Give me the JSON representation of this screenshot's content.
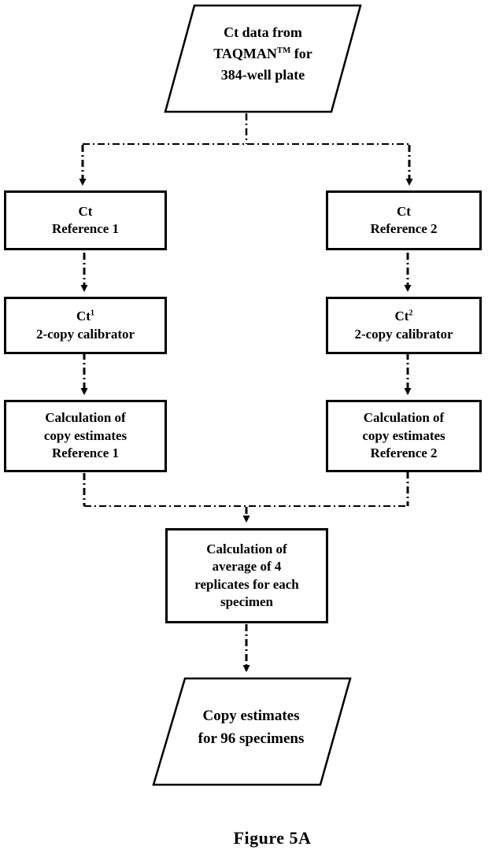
{
  "figure": {
    "caption": "Figure 5A"
  },
  "colors": {
    "line": "#000000",
    "box_border": "#000000",
    "background": "#ffffff",
    "text": "#000000"
  },
  "nodes": {
    "input": {
      "shape": "parallelogram",
      "line1": "Ct data from",
      "line2_base": "TAQMAN",
      "line2_sup": "TM",
      "line2_rest": " for",
      "line3": "384-well plate"
    },
    "ct_reference_1": {
      "shape": "process",
      "line1": "Ct",
      "line2": "Reference 1"
    },
    "ct_reference_2": {
      "shape": "process",
      "line1": "Ct",
      "line2": "Reference 2"
    },
    "calibrator_1": {
      "shape": "process",
      "line1_base": "Ct",
      "line1_sup": "1",
      "line2": "2-copy calibrator"
    },
    "calibrator_2": {
      "shape": "process",
      "line1_base": "Ct",
      "line1_sup": "2",
      "line2": "2-copy calibrator"
    },
    "calc_estimates_1": {
      "shape": "process",
      "line1": "Calculation of",
      "line2": "copy estimates",
      "line3": "Reference 1"
    },
    "calc_estimates_2": {
      "shape": "process",
      "line1": "Calculation of",
      "line2": "copy estimates",
      "line3": "Reference 2"
    },
    "calc_average": {
      "shape": "process",
      "line1": "Calculation of",
      "line2": "average of 4",
      "line3": "replicates for each",
      "line4": "specimen"
    },
    "output": {
      "shape": "parallelogram",
      "line1": "Copy estimates",
      "line2": "for 96 specimens"
    }
  }
}
